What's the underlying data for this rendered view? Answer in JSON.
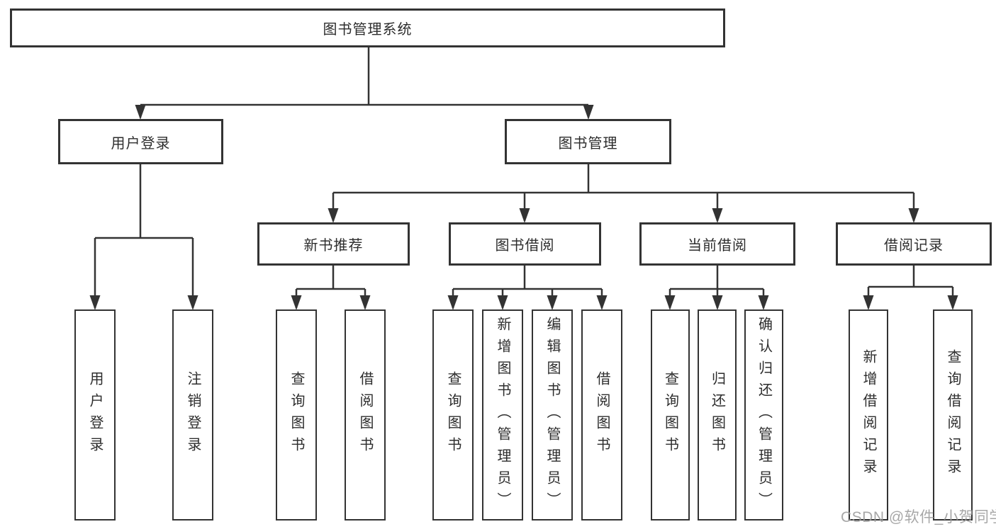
{
  "diagram": {
    "type": "hierarchy-tree",
    "tree": {
      "root": {
        "label": "图书管理系统",
        "children": [
          {
            "label": "用户登录",
            "children": [
              {
                "label": "用户登录"
              },
              {
                "label": "注销登录"
              }
            ]
          },
          {
            "label": "图书管理",
            "children": [
              {
                "label": "新书推荐",
                "children": [
                  {
                    "label": "查询图书"
                  },
                  {
                    "label": "借阅图书"
                  }
                ]
              },
              {
                "label": "图书借阅",
                "children": [
                  {
                    "label": "查询图书"
                  },
                  {
                    "label": "新增图书（管理员）"
                  },
                  {
                    "label": "编辑图书（管理员）"
                  },
                  {
                    "label": "借阅图书"
                  }
                ]
              },
              {
                "label": "当前借阅",
                "children": [
                  {
                    "label": "查询图书"
                  },
                  {
                    "label": "归还图书"
                  },
                  {
                    "label": "确认归还（管理员）"
                  }
                ]
              },
              {
                "label": "借阅记录",
                "children": [
                  {
                    "label": "新增借阅记录"
                  },
                  {
                    "label": "查询借阅记录"
                  }
                ]
              }
            ]
          }
        ]
      }
    },
    "colors": {
      "line": "#333333",
      "box_border": "#333333",
      "box_fill": "#ffffff",
      "text": "#2d2d2d",
      "background": "#ffffff",
      "watermark_text": "#9c9c9c"
    }
  },
  "watermark": {
    "text": "CSDN @软件_小贺同学"
  }
}
